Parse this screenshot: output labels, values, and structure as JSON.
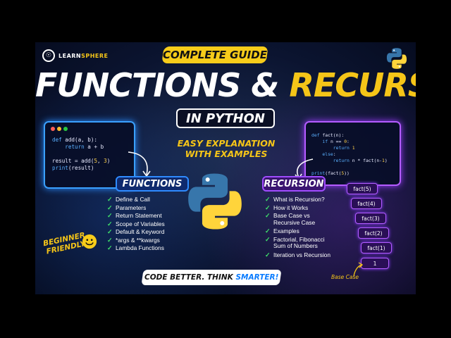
{
  "brand": {
    "name_part1": "LEARN",
    "name_part2": "SPHERE"
  },
  "header": {
    "badge": "COMPLETE GUIDE",
    "title_part1": "FUNCTIONS",
    "title_amp": "&",
    "title_part2": "RECURSION",
    "subtitle": "IN PYTHON",
    "tagline_line1": "EASY EXPLANATION",
    "tagline_line2": "WITH EXAMPLES"
  },
  "left_code": {
    "lines": [
      "def add(a, b):",
      "    return a + b",
      "",
      "result = add(5, 3)",
      "print(result)"
    ]
  },
  "right_code": {
    "lines": [
      "def fact(n):",
      "    if n == 0:",
      "        return 1",
      "    else:",
      "        return n * fact(n-1)",
      "",
      "print(fact(5))"
    ]
  },
  "functions": {
    "label": "FUNCTIONS",
    "items": [
      "Define & Call",
      "Parameters",
      "Return Statement",
      "Scope of Variables",
      "Default & Keyword",
      "*args & **kwargs",
      "Lambda Functions"
    ]
  },
  "recursion": {
    "label": "RECURSION",
    "items": [
      "What is Recursion?",
      "How it Works",
      "Base Case vs\nRecursive Case",
      "Examples",
      "Factorial, Fibonacci\nSum of Numbers",
      "Iteration vs Recursion"
    ]
  },
  "fact_stack": [
    "fact(5)",
    "fact(4)",
    "fact(3)",
    "fact(2)",
    "fact(1)",
    "1"
  ],
  "base_case_label": "Base Case",
  "beginner_badge": {
    "line1": "BEGINNER",
    "line2": "FRIENDLY"
  },
  "footer": {
    "text1": "CODE BETTER. THINK ",
    "text2": "SMARTER!"
  },
  "colors": {
    "accent_yellow": "#f7cc1a",
    "functions_blue": "#2f8bff",
    "recursion_purple": "#a14cff",
    "python_blue": "#3776ab",
    "python_yellow": "#ffd43b",
    "check_green": "#3fe16a"
  },
  "icons": {
    "brand_logo": "brain-bulb-icon",
    "python_logo": "python-logo-icon",
    "check": "check-icon",
    "smile": "smiley-icon"
  }
}
